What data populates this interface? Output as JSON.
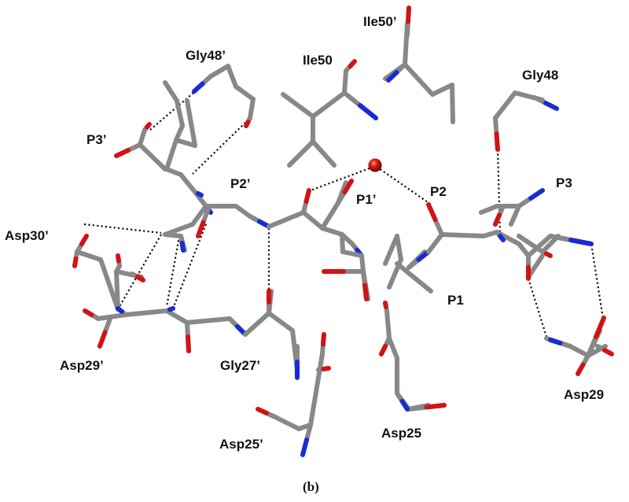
{
  "colors": {
    "carbon": "#888888",
    "oxygen": "#d11313",
    "nitrogen": "#1a2bd6",
    "hbond": "#111111",
    "water": "#c40d0d",
    "label": "#111111"
  },
  "labels": {
    "gly48p": "Gly48’",
    "ile50p": "Ile50’",
    "ile50": "Ile50",
    "gly48": "Gly48",
    "p3p": "P3’",
    "p2p": "P2’",
    "p1p": "P1’",
    "p2": "P2",
    "p3": "P3",
    "asp30p": "Asp30’",
    "p1": "P1",
    "asp29p": "Asp29’",
    "gly27p": "Gly27’",
    "asp29": "Asp29",
    "asp25p": "Asp25’",
    "asp25": "Asp25"
  },
  "caption": "(b)"
}
